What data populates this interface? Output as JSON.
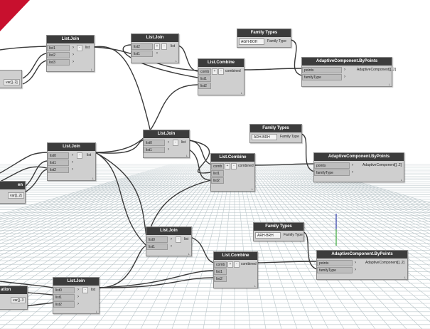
{
  "app": {
    "accent_color": "#c8102e",
    "wire_color": "#3a3a3a",
    "grid_color": "#b8c4c8"
  },
  "nodes": {
    "list_join_1": {
      "title": "List.Join",
      "inputs": [
        "list1",
        "list2",
        "list3"
      ],
      "output": "list",
      "footer": "L"
    },
    "list_join_2": {
      "title": "List.Join",
      "inputs": [
        "list2",
        "list1"
      ],
      "output": "list",
      "footer": "L"
    },
    "list_combine_1": {
      "title": "List.Combine",
      "inputs": [
        "comb",
        "list1",
        "list2"
      ],
      "output": "combined",
      "footer": "L"
    },
    "family_types_1": {
      "title": "Family Types",
      "dropdown": "AGH-BOH",
      "output": "Family Type"
    },
    "adaptive_1": {
      "title": "AdaptiveComponent.ByPoints",
      "inputs": [
        "points",
        "familyType"
      ],
      "output": "AdaptiveComponent[]..2]",
      "footer": "L"
    },
    "list_join_3": {
      "title": "List.Join",
      "inputs": [
        "list0",
        "list1"
      ],
      "output": "list",
      "footer": "L"
    },
    "list_join_4": {
      "title": "List.Join",
      "inputs": [
        "list0",
        "list1",
        "list2"
      ],
      "output": "list",
      "footer": "L"
    },
    "list_combine_2": {
      "title": "List.Combine",
      "inputs": [
        "comb",
        "list1",
        "list2"
      ],
      "output": "combined",
      "footer": "L"
    },
    "family_types_2": {
      "title": "Family Types",
      "dropdown": "ARH-BRH",
      "output": "Family Type"
    },
    "adaptive_2": {
      "title": "AdaptiveComponent.ByPoints",
      "inputs": [
        "points",
        "familyType"
      ],
      "output": "AdaptiveComponent[]..2]",
      "footer": "L"
    },
    "list_join_5": {
      "title": "List.Join",
      "inputs": [
        "list0",
        "list1"
      ],
      "output": "list",
      "footer": "L"
    },
    "list_combine_3": {
      "title": "List.Combine",
      "inputs": [
        "comb",
        "list1",
        "list2"
      ],
      "output": "combined",
      "footer": "L"
    },
    "family_types_3": {
      "title": "Family Types",
      "dropdown": "ARH-BRH",
      "output": "Family Type"
    },
    "adaptive_3": {
      "title": "AdaptiveComponent.ByPoints",
      "inputs": [
        "points",
        "familyType"
      ],
      "output": "AdaptiveComponent[]..2]",
      "footer": "L"
    },
    "list_join_6": {
      "title": "List.Join",
      "inputs": [
        "list0",
        "list1",
        "list2"
      ],
      "output": "list",
      "footer": "L"
    }
  },
  "partial_nodes": {
    "edge_1": {
      "output": "var[]..2]"
    },
    "edge_2": {
      "title": "en",
      "output": "var[]..2]"
    },
    "edge_3": {
      "title": "ation",
      "output": "var[]..3"
    }
  }
}
